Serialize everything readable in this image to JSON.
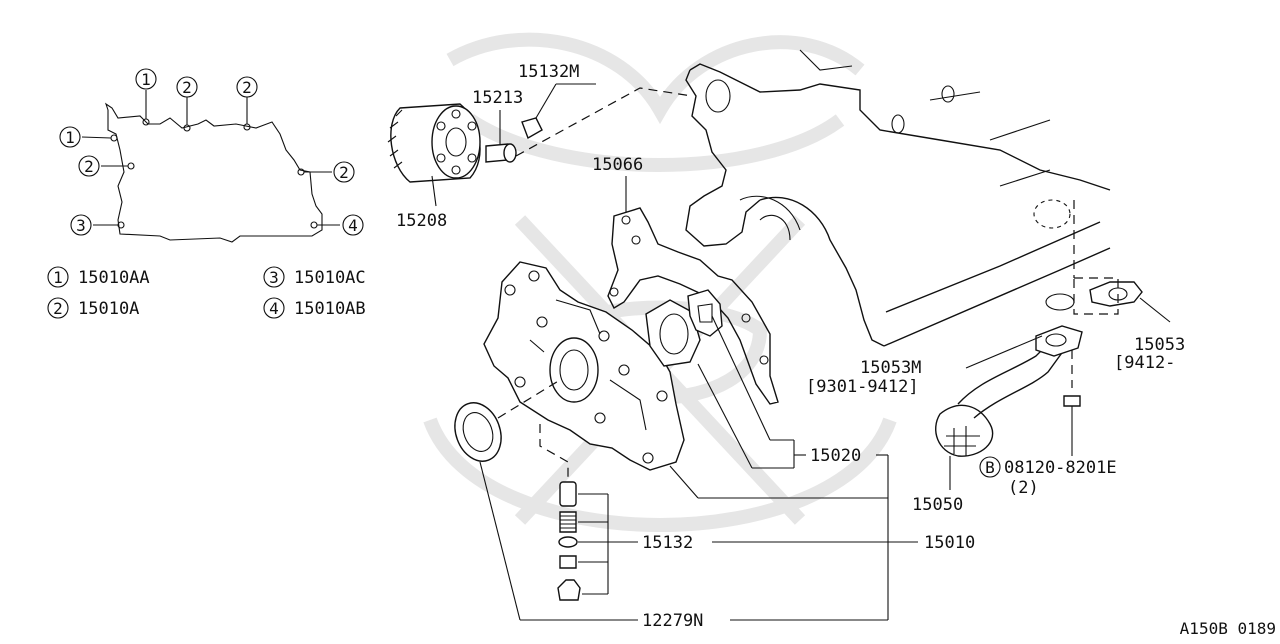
{
  "legend": [
    {
      "num": "1",
      "code": "15010AA"
    },
    {
      "num": "2",
      "code": "15010A"
    },
    {
      "num": "3",
      "code": "15010AC"
    },
    {
      "num": "4",
      "code": "15010AB"
    }
  ],
  "inset_markers": [
    "1",
    "2",
    "2",
    "1",
    "2",
    "2",
    "3",
    "4"
  ],
  "parts": {
    "p15132M": "15132M",
    "p15213": "15213",
    "p15208": "15208",
    "p15066": "15066",
    "p15053": "15053",
    "p15053_range": "[9412-          ]",
    "p15053M": "15053M",
    "p15053M_range": "[9301-9412]",
    "p15020": "15020",
    "p15050": "15050",
    "bolt_marker": "B",
    "bolt_code": "08120-8201E",
    "bolt_qty": "(2)",
    "p15132": "15132",
    "p15010": "15010",
    "p12279N": "12279N"
  },
  "diagram_code": "A150B 0189"
}
